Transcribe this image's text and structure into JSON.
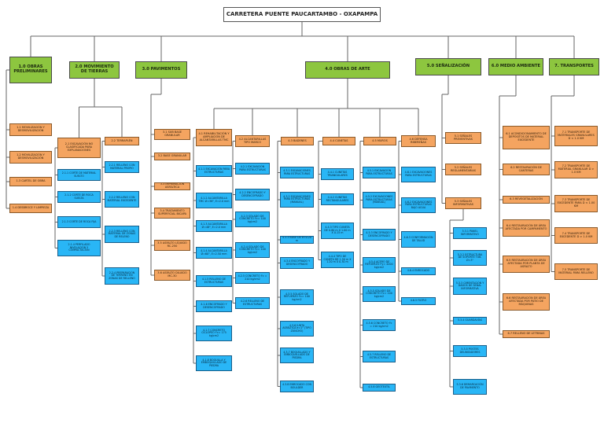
{
  "diagram": {
    "title": "CARRETERA PUENTE PAUCARTAMBO - OXAPAMPA",
    "colors": {
      "level1": "#8dc63f",
      "level2": "#f4a460",
      "level3": "#29b6f6",
      "line": "#666666"
    },
    "nodes": [
      {
        "id": "root",
        "label": "CARRETERA PUENTE PAUCARTAMBO - OXAPAMPA",
        "kind": "root"
      },
      {
        "id": "g1",
        "label": "1.0 OBRAS PRELIMINARES",
        "kind": "lvl1"
      },
      {
        "id": "g2",
        "label": "2.0 MOVIMIENTO DE TIERRAS",
        "kind": "lvl1"
      },
      {
        "id": "g3",
        "label": "3.0 PAVIMENTOS",
        "kind": "lvl1"
      },
      {
        "id": "g4",
        "label": "4.0 OBRAS DE ARTE",
        "kind": "lvl1"
      },
      {
        "id": "g5",
        "label": "5.0 SEÑALIZACIÓN",
        "kind": "lvl1"
      },
      {
        "id": "g6",
        "label": "6.0 MEDIO AMBIENTE",
        "kind": "lvl1"
      },
      {
        "id": "g7",
        "label": "7. TRANSPORTES",
        "kind": "lvl1"
      },
      {
        "id": "p11",
        "label": "1.1 MOVILIZACIÓN Y DESMOVILIZACIÓN",
        "kind": "orange"
      },
      {
        "id": "p12",
        "label": "1.2 MOVILIZACIÓN Y DESMOVILIZACIÓN",
        "kind": "orange"
      },
      {
        "id": "p13",
        "label": "1.3 CARTEL DE OBRA",
        "kind": "orange"
      },
      {
        "id": "p14",
        "label": "1.4 DESBROCE Y LIMPIEZA",
        "kind": "orange"
      },
      {
        "id": "m21",
        "label": "2.1 EXCAVACIÓN NO CLASIFICADA PARA EXPLANACIONES",
        "kind": "orange"
      },
      {
        "id": "m22",
        "label": "2.2 TERRAPLÉN",
        "kind": "orange"
      },
      {
        "id": "m211",
        "label": "2.1.1 CORTE DE MATERIAL SUELTO",
        "kind": "blue"
      },
      {
        "id": "m212",
        "label": "2.1.2 CORTE DE ROCA SUELTA",
        "kind": "blue"
      },
      {
        "id": "m213",
        "label": "2.1.3 CORTE DE ROCA FIJA",
        "kind": "blue"
      },
      {
        "id": "m214",
        "label": "2.1.4 PERFILADO NIVELACIÓN Y COMPACTACIÓN",
        "kind": "blue"
      },
      {
        "id": "m221",
        "label": "2.2.1 RELLENO CON MATERIAL PROPIO",
        "kind": "blue"
      },
      {
        "id": "m222",
        "label": "2.2.2 RELLENO CON MATERIAL EXCEDENTE",
        "kind": "blue"
      },
      {
        "id": "m223",
        "label": "2.2.3 RELLENO CON MATERIAL DE ZONAS DE RELENO",
        "kind": "blue"
      },
      {
        "id": "m224",
        "label": "2.2.4 PREPARACIÓN DE TERRENO EN ZONAS DE RELLENO",
        "kind": "blue"
      },
      {
        "id": "v31",
        "label": "3.1 SUB BASE GRANULAR",
        "kind": "orange"
      },
      {
        "id": "v32",
        "label": "3.2 BASE GRANULAR",
        "kind": "orange"
      },
      {
        "id": "v33",
        "label": "3.3 IMPRIMACIÓN ASFÁLTICA",
        "kind": "orange"
      },
      {
        "id": "v34",
        "label": "3.4 TRATAMIENTO SUPERFICIAL BICAPA",
        "kind": "orange"
      },
      {
        "id": "v35",
        "label": "3.5 ASFALTO LÍQUIDO RC-250",
        "kind": "orange"
      },
      {
        "id": "v36",
        "label": "3.6 ASFALTO DILUIDO MC-30",
        "kind": "orange"
      },
      {
        "id": "a41",
        "label": "4.1 REHABILITACIÓN Y AMPLIACIÓN DE ALCANTARILLAS TMC",
        "kind": "orange"
      },
      {
        "id": "a42",
        "label": "4.2 ALCANTARILLAS TIPO MARCO",
        "kind": "orange"
      },
      {
        "id": "a43",
        "label": "4.3 BADENES",
        "kind": "orange"
      },
      {
        "id": "a44",
        "label": "4.4 CUNETAS",
        "kind": "orange"
      },
      {
        "id": "a45",
        "label": "4.5 MUROS",
        "kind": "orange"
      },
      {
        "id": "a46",
        "label": "4.6 DEFENSA RIBEREÑAS",
        "kind": "orange"
      },
      {
        "id": "a411",
        "label": "4.1.1 EXCAVACIÓN PARA ESTRUCTURAS",
        "kind": "blue"
      },
      {
        "id": "a412",
        "label": "4.1.2 ALCANTARILLA TMC Ø=36\", E=2.0 mm",
        "kind": "blue"
      },
      {
        "id": "a413",
        "label": "4.1.3 ALCANTARILLA Ø=48\", E=2.0 mm",
        "kind": "blue"
      },
      {
        "id": "a414",
        "label": "4.1.4 ALCANTARILLA Ø=60\", E=2.50 mm",
        "kind": "blue"
      },
      {
        "id": "a415",
        "label": "4.1.5 RELLENO DE ESTRUCTURAS",
        "kind": "blue"
      },
      {
        "id": "a416",
        "label": "4.1.6 ENCOFRADO Y DESENCOFRADO",
        "kind": "blue"
      },
      {
        "id": "a417",
        "label": "4.1.7 CONCRETO CICLÓPEO f'c= 175 kg/cm2",
        "kind": "blue"
      },
      {
        "id": "a418",
        "label": "4.1.8 BOQUILLA Y EMBOQUILLADO DE PIEDRA",
        "kind": "blue"
      },
      {
        "id": "a421",
        "label": "4.2.1 EXCAVACIÓN PARA ESTRUCTURAS",
        "kind": "blue"
      },
      {
        "id": "a422",
        "label": "4.2.2 ENCOFRADO Y DESENCOFRADO",
        "kind": "blue"
      },
      {
        "id": "a423",
        "label": "4.2.3 SOLADO DE CONCRETO f'c= 100 kg/cm2",
        "kind": "blue"
      },
      {
        "id": "a424",
        "label": "4.2.4 SOLADO DE CONCRETO f'c= 100 kg/cm2",
        "kind": "blue"
      },
      {
        "id": "a425",
        "label": "4.2.5 CONCRETO f'c = 210 kg/cm2",
        "kind": "blue"
      },
      {
        "id": "a426",
        "label": "4.2.6 RELLENO DE ESTRUCTURAS",
        "kind": "blue"
      },
      {
        "id": "a431",
        "label": "4.3.1 EXCAVACIONES PARA ESTRUCTURAS",
        "kind": "blue"
      },
      {
        "id": "a432",
        "label": "4.3.2 EXCAVACIONES PARA ESTRUCTURAS (MANUAL)",
        "kind": "blue"
      },
      {
        "id": "a433",
        "label": "4.3.3 BASE DE e=0.20 m",
        "kind": "blue"
      },
      {
        "id": "a434",
        "label": "4.3.4 ENCOFRADO Y DESENCOFRADO",
        "kind": "blue"
      },
      {
        "id": "a435",
        "label": "4.3.5 SOLADO DE REFUERZO f'c= 100 kg/cm2",
        "kind": "blue"
      },
      {
        "id": "a436",
        "label": "4.3.6 JUNTA ASFÁLTICA e=1\" (TIPO ZUNCHO)",
        "kind": "blue"
      },
      {
        "id": "a437",
        "label": "4.3.7 BOQUILLADO Y EMBOQUILLADO DE PIEDRA",
        "kind": "blue"
      },
      {
        "id": "a438",
        "label": "4.3.8 ENROCADO CON BOULDER",
        "kind": "blue"
      },
      {
        "id": "a441",
        "label": "4.4.1 CUNETAS TRIANGULARES",
        "kind": "blue"
      },
      {
        "id": "a442",
        "label": "4.4.2 CUNETAS RECTANGULARES",
        "kind": "blue"
      },
      {
        "id": "a443",
        "label": "4.4.3 TIPO CUNETA DE 0.80 m X 1.00 m X 0.15 m",
        "kind": "blue"
      },
      {
        "id": "a444",
        "label": "4.4.4 TIPO DE CUNETA DE 1.50 m X 1.20 m X 0.30 m",
        "kind": "blue"
      },
      {
        "id": "a451",
        "label": "4.5.1 EXCAVACIÓN PARA ESTRUCTURAS",
        "kind": "blue"
      },
      {
        "id": "a452",
        "label": "4.5.2 EXCAVACIONES PARA ESTRUCTURAS (MANUAL)",
        "kind": "blue"
      },
      {
        "id": "a453",
        "label": "4.5.3 ENCOFRADO Y DESENCOFRADO",
        "kind": "blue"
      },
      {
        "id": "a454",
        "label": "4.5.4 ACERO DE REFUERZO f'y= 4200 kg/cm2",
        "kind": "blue"
      },
      {
        "id": "a455",
        "label": "4.5.5 SOLADO DE CONCRETO f'c= 100 kg/cm2",
        "kind": "blue"
      },
      {
        "id": "a456",
        "label": "4.5.6 CONCRETO f'c = 210 kg/cm2",
        "kind": "blue"
      },
      {
        "id": "a457",
        "label": "4.5.7 RELLENO DE ESTRUCTURAS",
        "kind": "blue"
      },
      {
        "id": "a458",
        "label": "4.5.8 GEOTEXTIL",
        "kind": "blue"
      },
      {
        "id": "a461",
        "label": "4.6.1 EXCAVACIONES PARA ESTRUCTURAS",
        "kind": "blue"
      },
      {
        "id": "a462",
        "label": "4.6.2 EXCAVACIONES PARA ESTRUCTURAS BAJO AGUA",
        "kind": "blue"
      },
      {
        "id": "a463",
        "label": "4.6.3 CONFORMACIÓN DE TALUD",
        "kind": "blue"
      },
      {
        "id": "a464",
        "label": "4.6.4 ENROCADO",
        "kind": "blue"
      },
      {
        "id": "a465",
        "label": "4.6.5 FILTRO",
        "kind": "blue"
      },
      {
        "id": "s51",
        "label": "5.1 SEÑALES PREVENTIVAS",
        "kind": "orange"
      },
      {
        "id": "s52",
        "label": "5.2 SEÑALES REGLAMENTARIAS",
        "kind": "orange"
      },
      {
        "id": "s53",
        "label": "5.3 SEÑALES INFORMATIVAS",
        "kind": "orange"
      },
      {
        "id": "s531",
        "label": "5.3.1 PANEL INFORMATIVO",
        "kind": "blue"
      },
      {
        "id": "s532",
        "label": "5.3.2 ESTRUCTURA DE SOPORTE TUB. Ø=3\"",
        "kind": "blue"
      },
      {
        "id": "s533",
        "label": "5.3.3 CIMENTACIÓN Y DADOS DE SEÑAL INFORMATIVA",
        "kind": "blue"
      },
      {
        "id": "s534",
        "label": "5.3.4 GUARDAVÍAS",
        "kind": "blue"
      },
      {
        "id": "s535",
        "label": "5.3.5 POSTES DELINEADORES",
        "kind": "blue"
      },
      {
        "id": "s536",
        "label": "5.3.6 DEMARCACIÓN DE PAVIMENTO",
        "kind": "blue"
      },
      {
        "id": "e61",
        "label": "6.1 ACONDICIONAMIENTO DE DEPÓSITOS DE MATERIAL EXCEDENTE",
        "kind": "orange"
      },
      {
        "id": "e62",
        "label": "6.2 RESTAURACIÓN DE CANTERAS",
        "kind": "orange"
      },
      {
        "id": "e63",
        "label": "6.3 REVEGETALIZACIÓN",
        "kind": "orange"
      },
      {
        "id": "e64",
        "label": "6.4 RESTAURACIÓN DE ÁREA AFECTADA POR CAMPAMENTO",
        "kind": "orange"
      },
      {
        "id": "e65",
        "label": "6.5 RESTAURACIÓN DE ÁREA AFECTADA POR PLANTA DE ASFALTO",
        "kind": "orange"
      },
      {
        "id": "e66",
        "label": "6.6 RESTAURACIÓN DE ÁREA AFECTADA POR PATIO DE MÁQUINAS",
        "kind": "orange"
      },
      {
        "id": "e67",
        "label": "6.7 RELLENO DE LETRINAS",
        "kind": "orange"
      },
      {
        "id": "t71",
        "label": "7.1 TRANSPORTE DE MATERIALES GRANULARES D < 1.0 KM",
        "kind": "orange"
      },
      {
        "id": "t72",
        "label": "7.2 TRANSPORTE DE MATERIAL GRANULAR D > 1.0 KM",
        "kind": "orange"
      },
      {
        "id": "t73",
        "label": "7.3 TRANSPORTE DE EXCEDENTE PARA D < 1.00 KM",
        "kind": "orange"
      },
      {
        "id": "t74",
        "label": "7.4 TRANSPORTE DE EXCEDENTE D > 1.0 KM",
        "kind": "orange"
      },
      {
        "id": "t75",
        "label": "7.5 TRANSPORTE DE MATERIAL PARA RELLENO",
        "kind": "orange"
      }
    ]
  }
}
